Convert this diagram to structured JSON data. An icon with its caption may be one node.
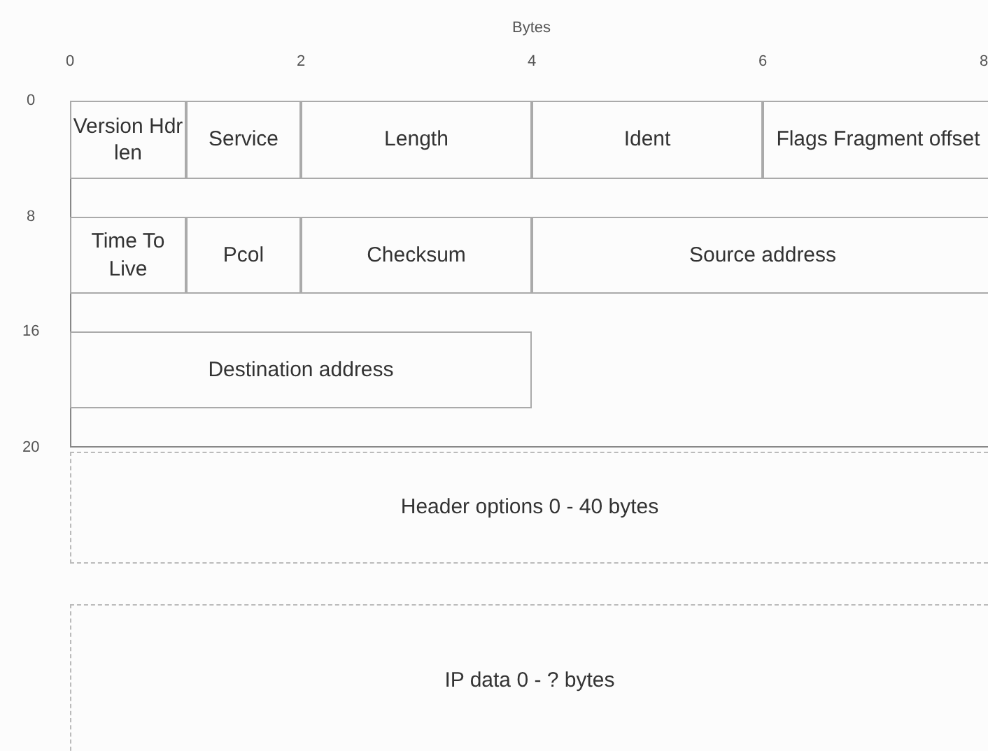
{
  "diagram": {
    "nodes": [
      {
        "text": [
          "Version Hdr len"
        ]
      },
      {
        "text": [
          "Service"
        ]
      },
      {
        "text": [
          "Length"
        ]
      },
      {
        "text": [
          "Ident"
        ]
      },
      {
        "text": [
          "Flags Fragment offset"
        ]
      },
      {
        "text": [
          "Time To Live"
        ]
      },
      {
        "text": [
          "Pcol"
        ]
      },
      {
        "text": [
          "Checksum"
        ]
      },
      {
        "text": [
          "Source address"
        ]
      },
      {
        "text": [
          "Destination address"
        ]
      },
      {
        "text": [
          "Header options 0 - 40 bytes"
        ]
      },
      {
        "text": [
          "IP data 0 - ? bytes"
        ]
      }
    ],
    "labels": [
      "Bytes",
      "0",
      "2",
      "4",
      "6",
      "8",
      "0",
      "8",
      "16",
      "20"
    ]
  }
}
